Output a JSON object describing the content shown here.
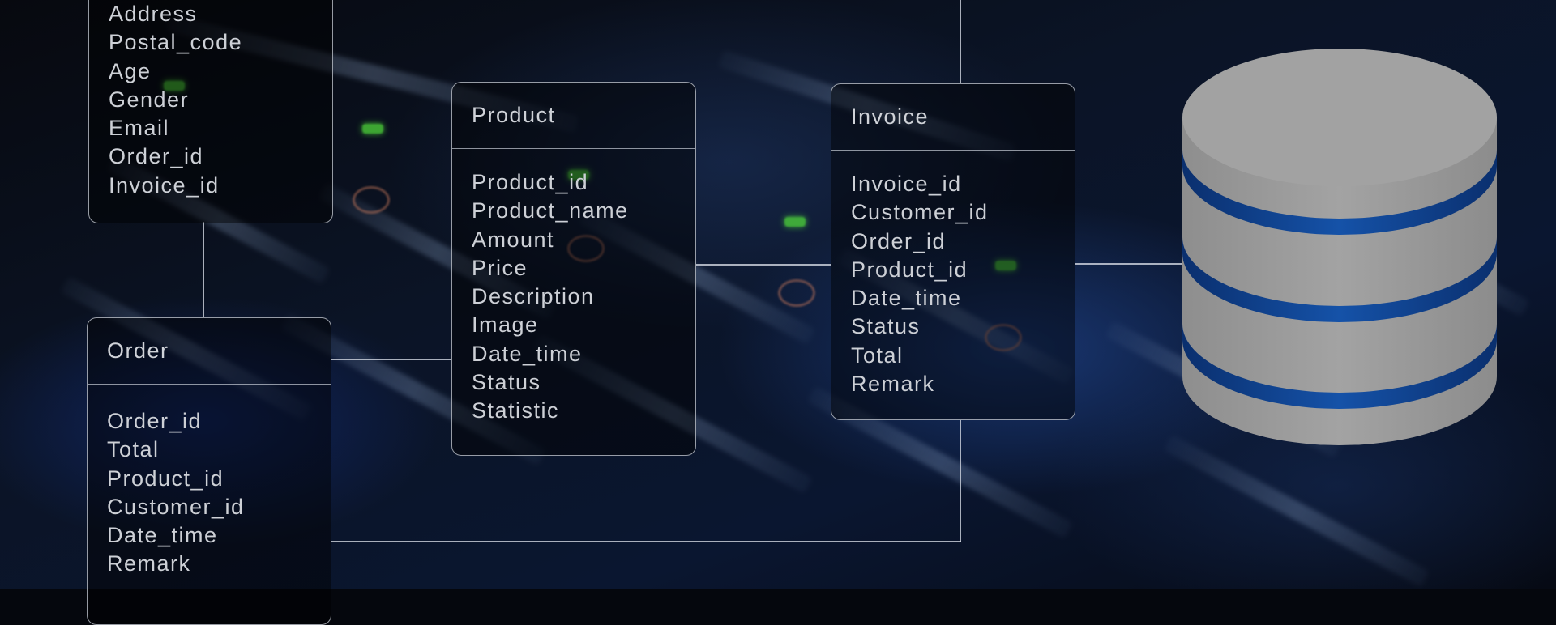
{
  "entities": {
    "customer": {
      "fields": [
        "Address",
        "Postal_code",
        "Age",
        "Gender",
        "Email",
        "Order_id",
        "Invoice_id"
      ]
    },
    "product": {
      "title": "Product",
      "fields": [
        "Product_id",
        "Product_name",
        "Amount",
        "Price",
        "Description",
        "Image",
        "Date_time",
        "Status",
        "Statistic"
      ]
    },
    "invoice": {
      "title": "Invoice",
      "fields": [
        "Invoice_id",
        "Customer_id",
        "Order_id",
        "Product_id",
        "Date_time",
        "Status",
        "Total",
        "Remark"
      ]
    },
    "order": {
      "title": "Order",
      "fields": [
        "Order_id",
        "Total",
        "Product_id",
        "Customer_id",
        "Date_time",
        "Remark"
      ]
    }
  },
  "colors": {
    "db_body": "#9a9a9a",
    "db_band": "#0d3f8c",
    "connector": "#d2d7e1"
  },
  "icons": [
    "database-icon"
  ]
}
